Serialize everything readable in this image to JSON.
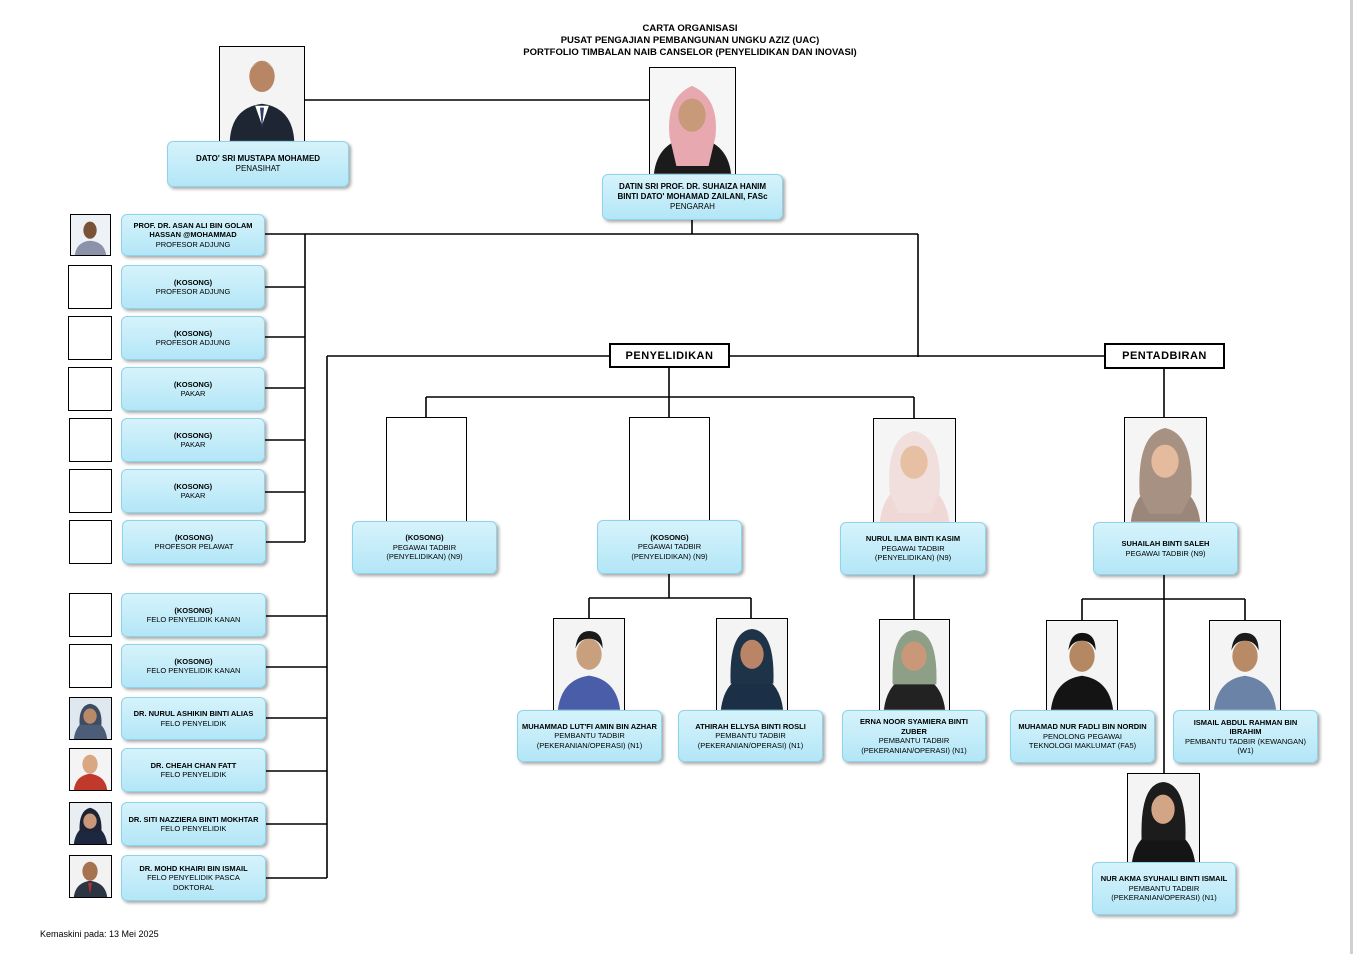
{
  "header": {
    "line1": "CARTA ORGANISASI",
    "line2": "PUSAT PENGAJIAN PEMBANGUNAN UNGKU AZIZ (UAC)",
    "line3": "PORTFOLIO TIMBALAN NAIB CANSELOR (PENYELIDIKAN DAN INOVASI)"
  },
  "advisor": {
    "name": "DATO' SRI MUSTAPA MOHAMED",
    "role": "PENASIHAT"
  },
  "director": {
    "name_line1": "DATIN SRI PROF. DR. SUHAIZA HANIM",
    "name_line2": "BINTI DATO' MOHAMAD ZAILANI, FASc",
    "role": "PENGARAH"
  },
  "sections": {
    "research": "PENYELIDIKAN",
    "admin": "PENTADBIRAN"
  },
  "left_column": [
    {
      "name": "PROF. DR. ASAN ALI BIN GOLAM HASSAN @MOHAMMAD",
      "role": "PROFESOR ADJUNG"
    },
    {
      "name": "(KOSONG)",
      "role": "PROFESOR ADJUNG"
    },
    {
      "name": "(KOSONG)",
      "role": "PROFESOR ADJUNG"
    },
    {
      "name": "(KOSONG)",
      "role": "PAKAR"
    },
    {
      "name": "(KOSONG)",
      "role": "PAKAR"
    },
    {
      "name": "(KOSONG)",
      "role": "PAKAR"
    },
    {
      "name": "(KOSONG)",
      "role": "PROFESOR PELAWAT"
    },
    {
      "name": "(KOSONG)",
      "role": "FELO PENYELIDIK KANAN"
    },
    {
      "name": "(KOSONG)",
      "role": "FELO PENYELIDIK KANAN"
    },
    {
      "name": "DR. NURUL ASHIKIN BINTI ALIAS",
      "role": "FELO PENYELIDIK"
    },
    {
      "name": "DR. CHEAH CHAN FATT",
      "role": "FELO PENYELIDIK"
    },
    {
      "name": "DR. SITI NAZZIERA BINTI MOKHTAR",
      "role": "FELO PENYELIDIK"
    },
    {
      "name": "DR. MOHD KHAIRI BIN ISMAIL",
      "role": "FELO PENYELIDIK PASCA DOKTORAL"
    }
  ],
  "research_officers": [
    {
      "name": "(KOSONG)",
      "role": "PEGAWAI TADBIR",
      "role2": "(PENYELIDIKAN) (N9)"
    },
    {
      "name": "(KOSONG)",
      "role": "PEGAWAI TADBIR",
      "role2": "(PENYELIDIKAN) (N9)"
    },
    {
      "name": "NURUL ILMA BINTI KASIM",
      "role": "PEGAWAI TADBIR",
      "role2": "(PENYELIDIKAN) (N9)"
    }
  ],
  "research_staff": [
    {
      "name": "MUHAMMAD LUT'FI AMIN BIN AZHAR",
      "role": "PEMBANTU TADBIR",
      "role2": "(PEKERANIAN/OPERASI) (N1)"
    },
    {
      "name": "ATHIRAH ELLYSA BINTI ROSLI",
      "role": "PEMBANTU TADBIR",
      "role2": "(PEKERANIAN/OPERASI) (N1)"
    },
    {
      "name": "ERNA NOOR SYAMIERA BINTI ZUBER",
      "role": "PEMBANTU TADBIR",
      "role2": "(PEKERANIAN/OPERASI) (N1)"
    }
  ],
  "admin_officer": {
    "name": "SUHAILAH BINTI SALEH",
    "role": "PEGAWAI TADBIR (N9)"
  },
  "admin_staff": [
    {
      "name": "MUHAMAD NUR FADLI BIN NORDIN",
      "role": "PENOLONG PEGAWAI",
      "role2": "TEKNOLOGI MAKLUMAT (FA5)"
    },
    {
      "name": "ISMAIL ABDUL RAHMAN BIN IBRAHIM",
      "role": "PEMBANTU TADBIR (KEWANGAN)",
      "role2": "(W1)"
    },
    {
      "name": "NUR AKMA SYUHAILI BINTI ISMAIL",
      "role": "PEMBANTU TADBIR",
      "role2": "(PEKERANIAN/OPERASI) (N1)"
    }
  ],
  "footer": "Kemaskini pada: 13 Mei 2025",
  "colors": {
    "box_fill": "#c4ecf8",
    "box_border": "#8dd3ea",
    "line": "#000000"
  }
}
